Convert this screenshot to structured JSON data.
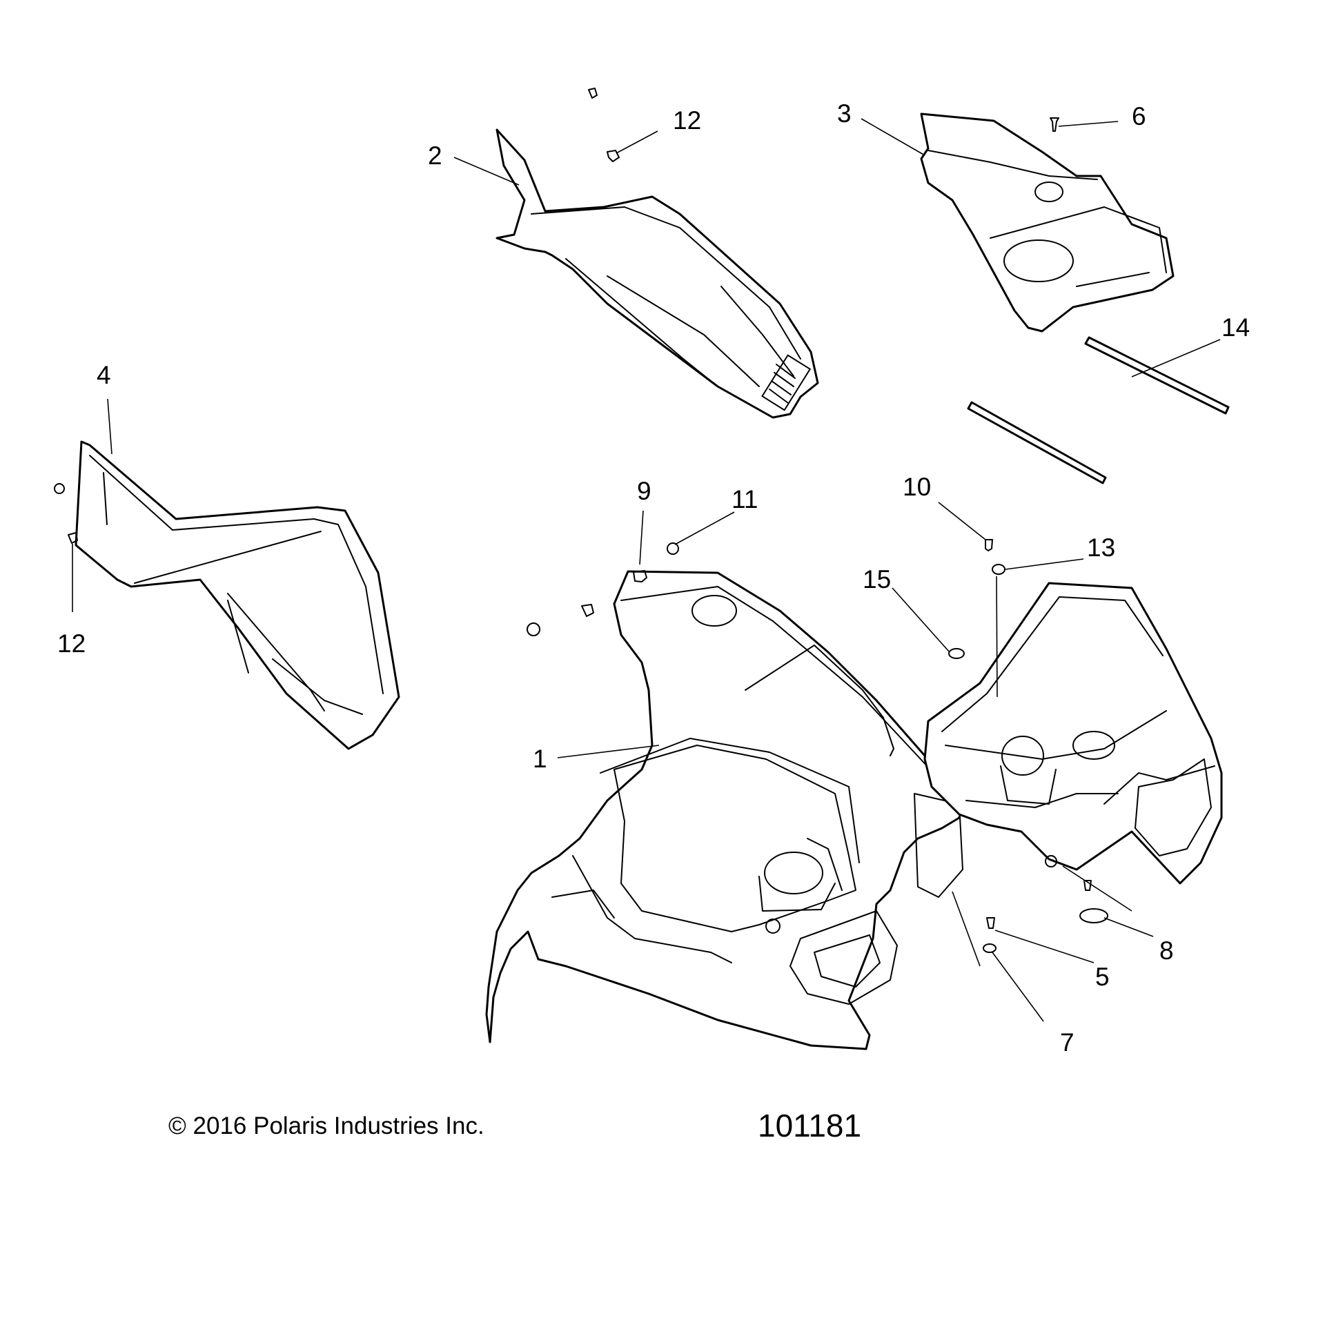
{
  "diagram": {
    "callouts": [
      {
        "label": "1"
      },
      {
        "label": "2"
      },
      {
        "label": "3"
      },
      {
        "label": "4"
      },
      {
        "label": "5"
      },
      {
        "label": "6"
      },
      {
        "label": "7"
      },
      {
        "label": "8"
      },
      {
        "label": "9"
      },
      {
        "label": "10"
      },
      {
        "label": "11"
      },
      {
        "label": "12"
      },
      {
        "label": "12"
      },
      {
        "label": "13"
      },
      {
        "label": "14"
      },
      {
        "label": "15"
      }
    ]
  },
  "footer": {
    "copyright": "© 2016 Polaris Industries Inc.",
    "drawing_number": "101181"
  }
}
